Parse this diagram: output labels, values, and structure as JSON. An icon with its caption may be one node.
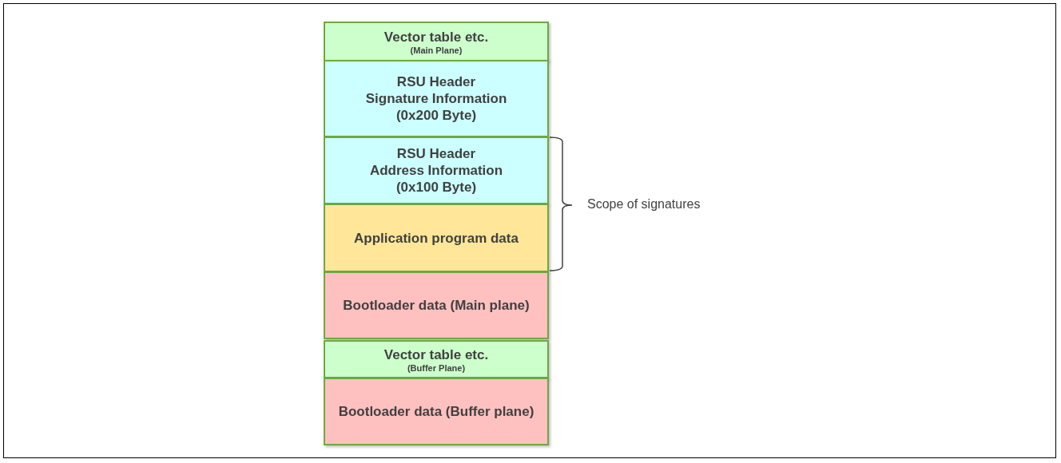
{
  "diagram": {
    "nodes": [
      {
        "text": [
          "Vector table etc.",
          "(Main Plane)"
        ]
      },
      {
        "text": [
          "RSU Header Signature Information (0x200 Byte)"
        ]
      },
      {
        "text": [
          "RSU Header Address Information (0x100 Byte)"
        ]
      },
      {
        "text": [
          "Application program data"
        ]
      },
      {
        "text": [
          "Bootloader data (Main plane)"
        ]
      },
      {
        "text": [
          "Vector table etc.",
          "(Buffer Plane)"
        ]
      },
      {
        "text": [
          "Bootloader data (Buffer plane)"
        ]
      }
    ],
    "edges": [],
    "labels": [
      "Scope of signatures"
    ]
  }
}
